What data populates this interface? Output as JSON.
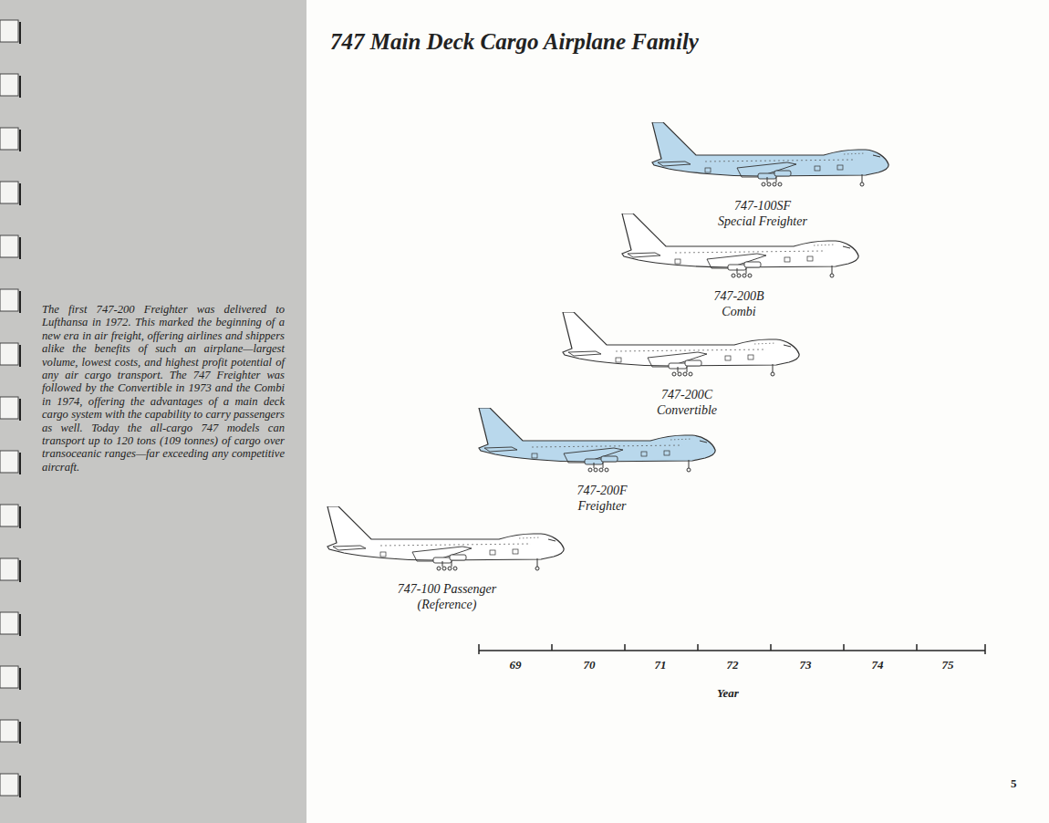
{
  "diagram": {
    "title": "747 Main Deck Cargo Airplane Family",
    "labels": [
      "The first 747-200 Freighter was delivered to Lufthansa in 1972. This marked the beginning of a new era in air freight, offering airlines and shippers alike the benefits of such an airplane—largest volume, lowest costs, and highest profit potential of any air cargo transport. The 747 Freighter was followed by the Convertible in 1973 and the Combi in 1974, offering the advantages of a main deck cargo system with the capability to carry passengers as well. Today the all-cargo 747 models can transport up to 120 tons (109 tonnes) of cargo over transoceanic ranges—far exceeding any competitive aircraft.",
      "747-100SF",
      "Special Freighter",
      "747-200B",
      "Combi",
      "747-200C",
      "Convertible",
      "747-200F",
      "Freighter",
      "747-100 Passenger",
      "(Reference)",
      "69",
      "70",
      "71",
      "72",
      "73",
      "74",
      "75",
      "Year",
      "5"
    ]
  }
}
